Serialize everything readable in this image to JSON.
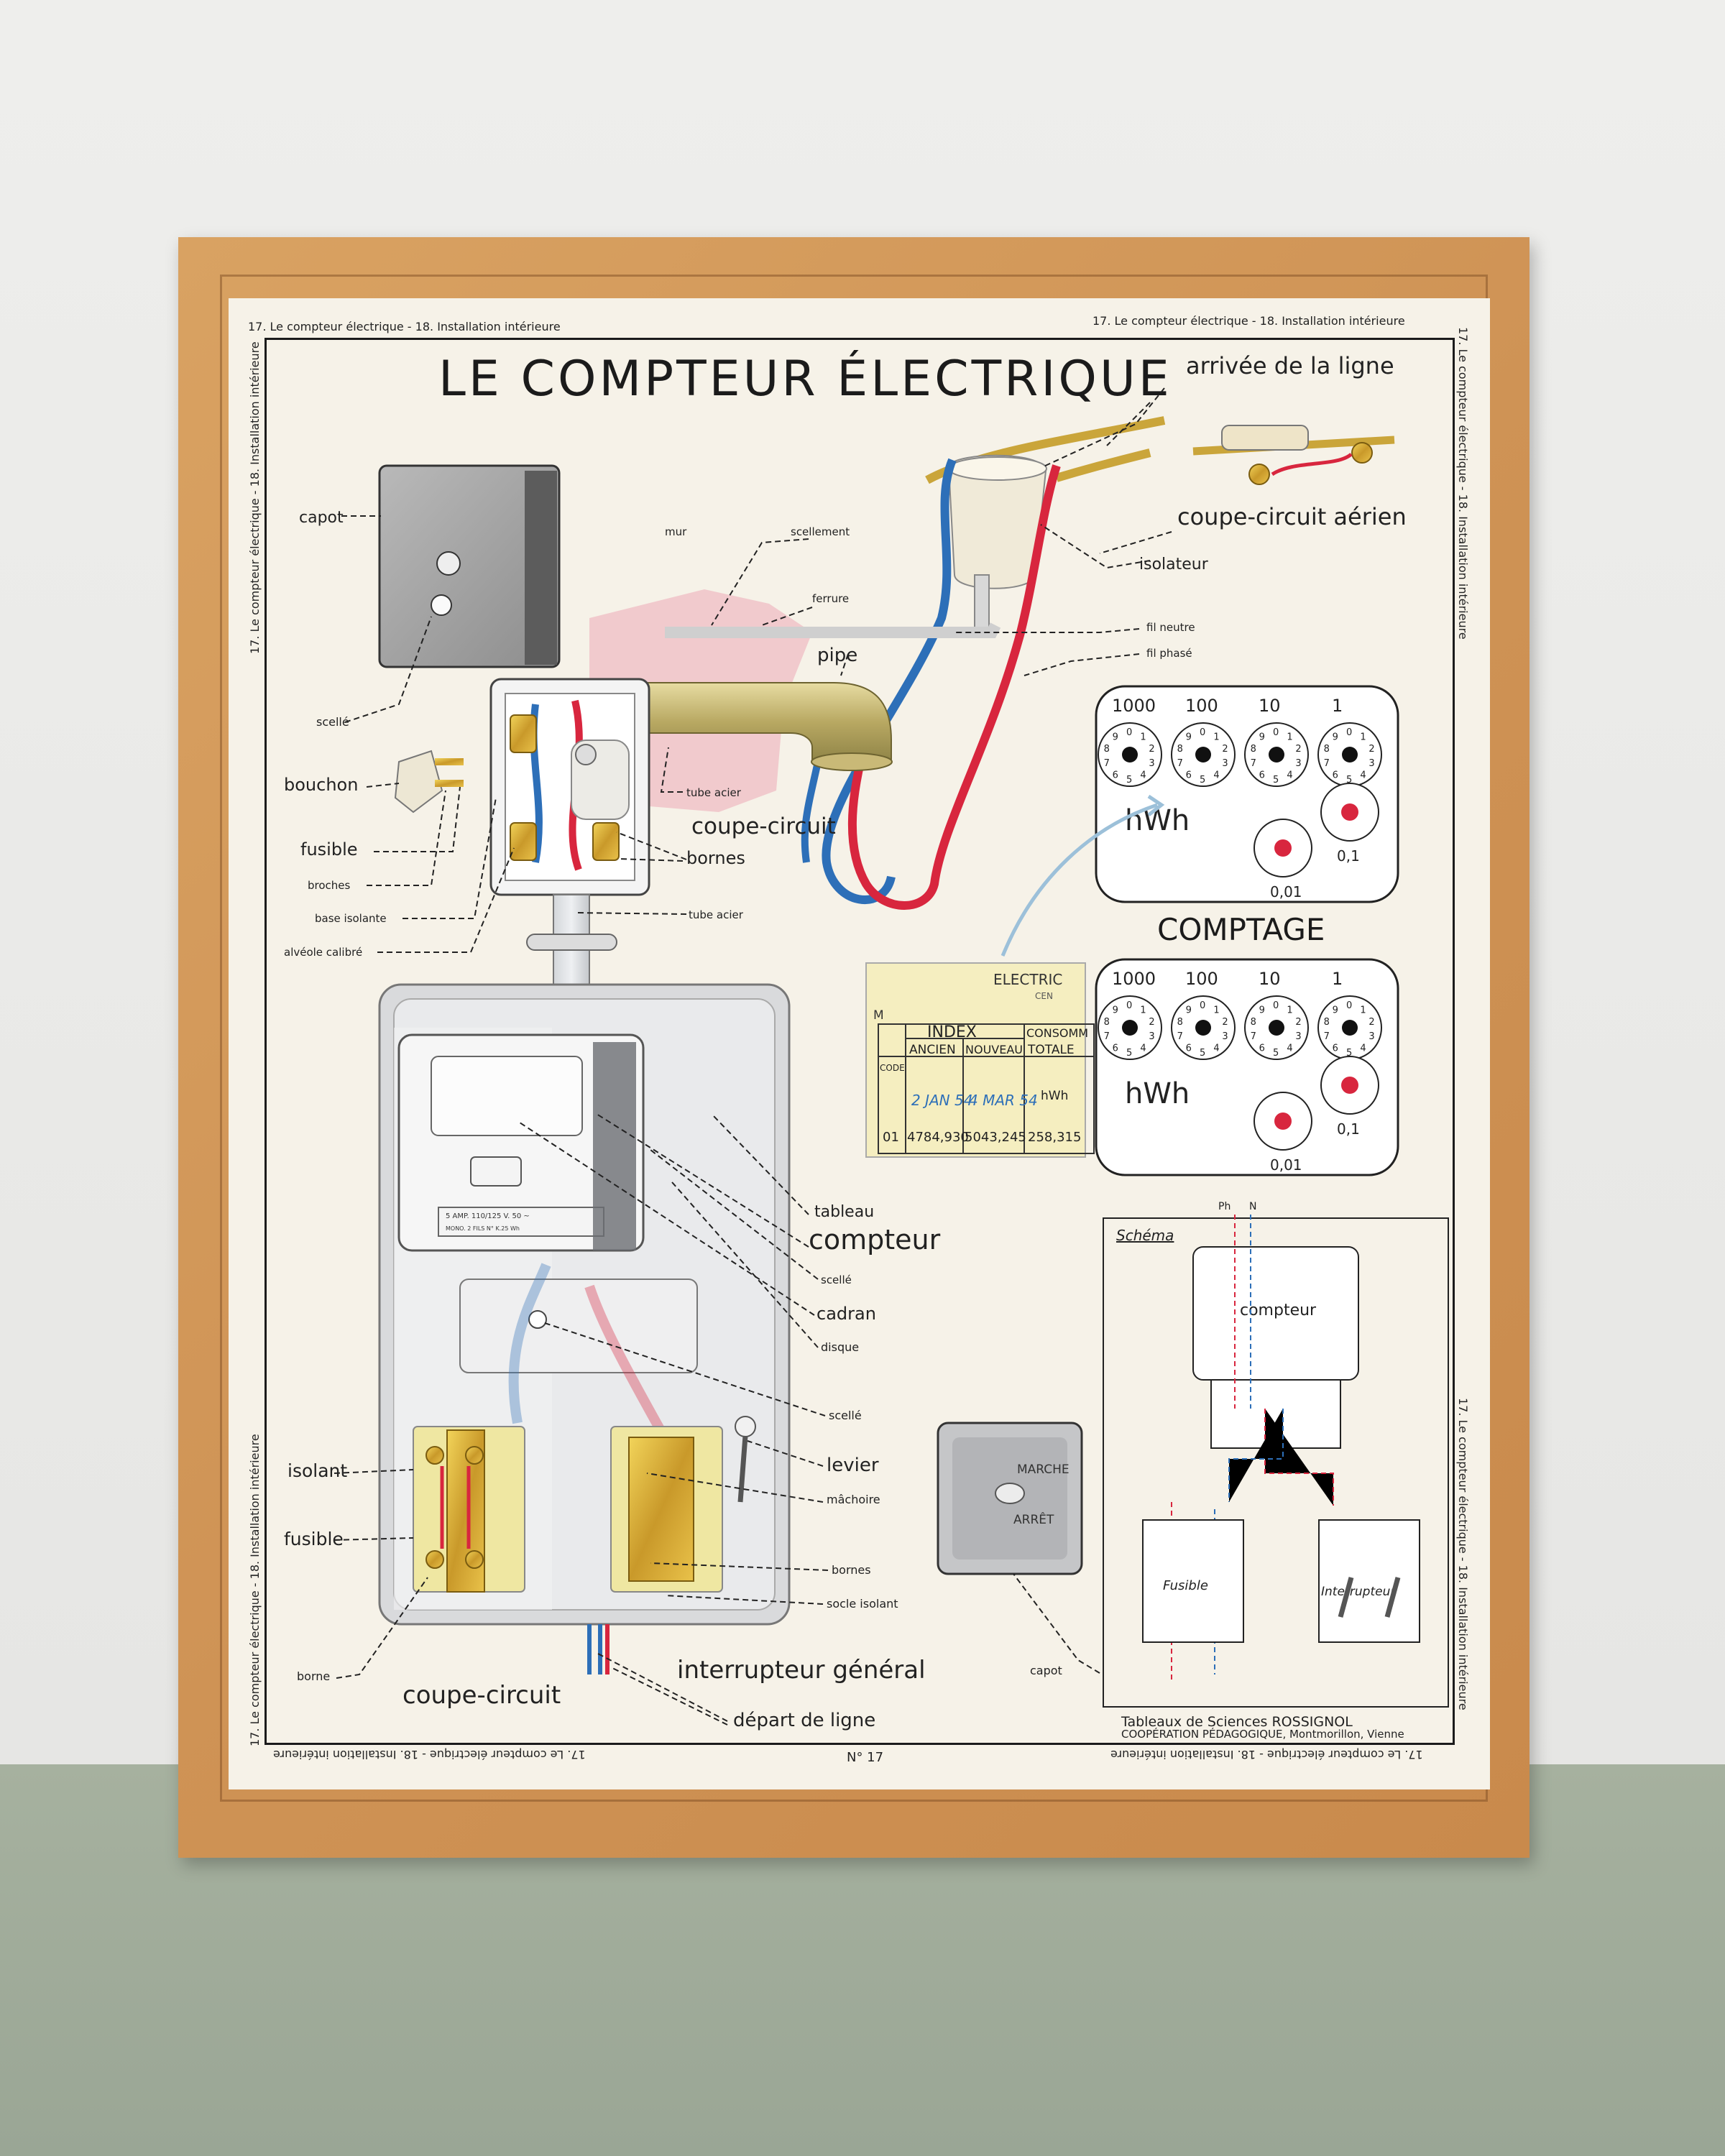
{
  "poster": {
    "title": "LE COMPTEUR ÉLECTRIQUE",
    "margin_text": "17. Le compteur électrique   -   18. Installation intérieure",
    "number": "N° 17",
    "publisher_line1": "Tableaux de Sciences ROSSIGNOL",
    "publisher_line2": "COOPÉRATION PÉDAGOGIQUE, Montmorillon, Vienne"
  },
  "labels": {
    "arrivee": "arrivée de la ligne",
    "coupe_circuit_aerien": "coupe-circuit aérien",
    "isolateur": "isolateur",
    "capot": "capot",
    "mur": "mur",
    "scellement": "scellement",
    "ferrure": "ferrure",
    "fil_neutre": "fil neutre",
    "fil_phase": "fil phasé",
    "pipe": "pipe",
    "scelle": "scellé",
    "bouchon": "bouchon",
    "fusible": "fusible",
    "broches": "broches",
    "base_isolante": "base isolante",
    "alveole": "alvéole calibré",
    "tube_acier": "tube acier",
    "coupe_circuit": "coupe-circuit",
    "bornes": "bornes",
    "tube_acier_2": "tube acier",
    "tableau": "tableau",
    "compteur": "compteur",
    "scelle_2": "scellé",
    "cadran": "cadran",
    "disque": "disque",
    "scelle_3": "scellé",
    "levier": "levier",
    "machoire": "mâchoire",
    "bornes_2": "bornes",
    "socle_isolant": "socle isolant",
    "isolant": "isolant",
    "fusible_2": "fusible",
    "borne": "borne",
    "coupe_circuit_2": "coupe-circuit",
    "interrupteur_general": "interrupteur général",
    "depart_ligne": "départ de ligne",
    "capot_2": "capot",
    "marche": "MARCHE",
    "arret": "ARRÊT"
  },
  "comptage": {
    "title": "COMPTAGE",
    "dial_units": [
      "1000",
      "100",
      "10",
      "1"
    ],
    "unit": "hWh",
    "small_dials": [
      "0,01",
      "0,1"
    ]
  },
  "index_card": {
    "header": "ELECTRIC",
    "sub": "CEN",
    "m": "M",
    "index": "INDEX",
    "consom": "CONSOMM",
    "code": "CODE",
    "ancien": "ANCIEN",
    "nouveau": "NOUVEAU",
    "totale": "TOTALE",
    "date1": "2 JAN 54",
    "date2": "4 MAR 54",
    "unit": "hWh",
    "code_val": "01",
    "ancien_val": "4784,930",
    "nouveau_val": "5043,245",
    "totale_val": "258,315"
  },
  "schema": {
    "title": "Schéma",
    "ph": "Ph",
    "n": "N",
    "compteur": "compteur",
    "fusible": "Fusible",
    "interrupteur": "Interrupteur"
  },
  "meter_plate": {
    "amp": "5 AMP. 110/125 V. 50 ~",
    "mono": "MONO. 2 FILS  N°  K.25 Wh"
  },
  "colors": {
    "red_wire": "#d8263e",
    "blue_wire": "#2d6fb8",
    "brass": "#d6b030",
    "frame": "#d19758",
    "poster": "#f6f2e8"
  }
}
